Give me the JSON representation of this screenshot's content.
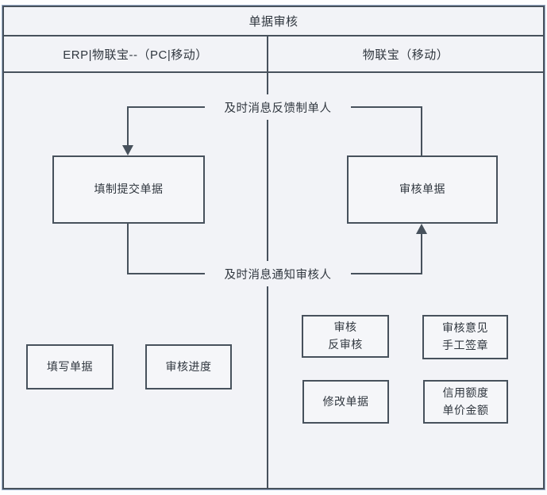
{
  "diagram": {
    "title": "单据审核",
    "lanes": [
      {
        "label": "ERP|物联宝--（PC|移动）"
      },
      {
        "label": "物联宝（移动）"
      }
    ],
    "connector_labels": {
      "feedback": "及时消息反馈制单人",
      "notify": "及时消息通知审核人"
    },
    "nodes": {
      "fill_submit": {
        "label": "填制提交单据"
      },
      "audit": {
        "label": "审核单据"
      },
      "fill_doc": {
        "label": "填写单据"
      },
      "progress": {
        "label": "审核进度"
      },
      "audit_unaudit": {
        "line1": "审核",
        "line2": "反审核"
      },
      "opinion_sign": {
        "line1": "审核意见",
        "line2": "手工签章"
      },
      "modify": {
        "label": "修改单据"
      },
      "credit": {
        "line1": "信用额度",
        "line2": "单价金额"
      }
    },
    "colors": {
      "line": "#47515c",
      "background": "#f2f3f7",
      "node_fill": "#f5f6f9",
      "text": "#30373f",
      "outer_edge": "#9db0cc"
    }
  }
}
